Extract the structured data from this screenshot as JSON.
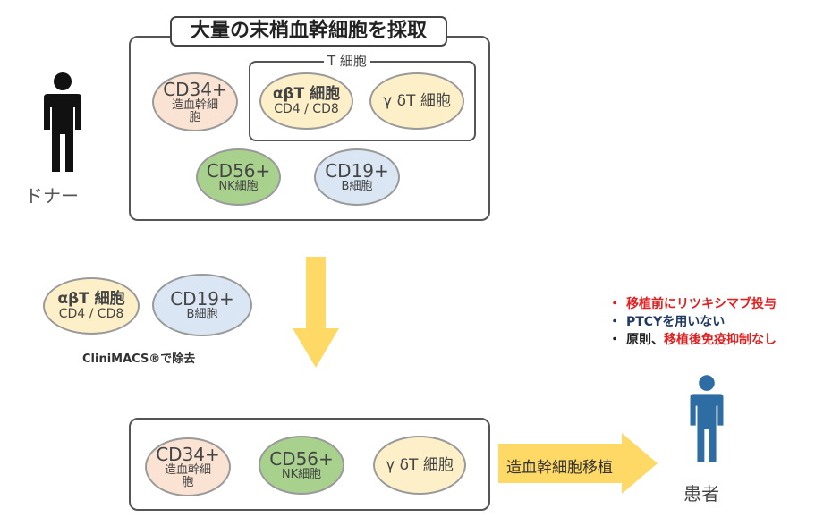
{
  "donor": {
    "label": "ドナー"
  },
  "patient": {
    "label": "患者"
  },
  "top_box": {
    "title": "大量の末梢血幹細胞を採取",
    "cd34": {
      "line1": "CD34+",
      "line2": "造血幹細",
      "line3": "胞"
    },
    "tcell_group_label": "T 細胞",
    "ab_t": {
      "line1": "αβT 細胞",
      "line2": "CD4 / CD8"
    },
    "gd_t": {
      "line1": "γ δT 細胞"
    },
    "cd56": {
      "line1": "CD56+",
      "line2": "NK細胞"
    },
    "cd19": {
      "line1": "CD19+",
      "line2": "B細胞"
    }
  },
  "removed": {
    "ab_t": {
      "line1": "αβT 細胞",
      "line2": "CD4 / CD8"
    },
    "cd19": {
      "line1": "CD19+",
      "line2": "B細胞"
    },
    "method": "CliniMACS®で除去"
  },
  "bottom_box": {
    "cd34": {
      "line1": "CD34+",
      "line2": "造血幹細",
      "line3": "胞"
    },
    "cd56": {
      "line1": "CD56+",
      "line2": "NK細胞"
    },
    "gd_t": {
      "line1": "γ δT 細胞"
    }
  },
  "transplant_arrow": {
    "label": "造血幹細胞移植"
  },
  "notes": {
    "item1": "移植前にリツキシマブ投与",
    "item2": "PTCYを用いない",
    "item3_prefix": "原則、",
    "item3_red": "移植後免疫抑制なし",
    "bullet": "・"
  },
  "colors": {
    "peach": "#fbe3d3",
    "yellow_cell": "#fdf0c8",
    "green_cell": "#a9d18e",
    "blue_cell": "#dae6f3",
    "arrow_yellow": "#ffd966",
    "red_text": "#e02020",
    "navy_text": "#1f3864",
    "person_black": "#111111",
    "person_blue": "#2e6da4"
  }
}
